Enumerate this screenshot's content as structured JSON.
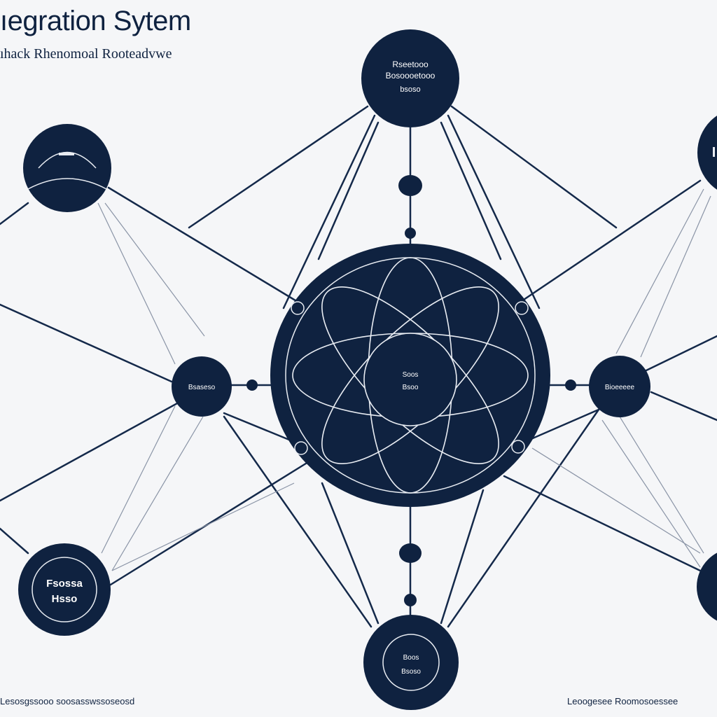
{
  "header": {
    "title": "ıegration Sytem",
    "subtitle": "ıhack Rhenomoal Rooteadvwe"
  },
  "footer": {
    "left": "Lesosgssooo soosasswssoseosd",
    "right": "Leoogesee Roomosoessee"
  },
  "nodes": {
    "top": {
      "lines": [
        "Rseetooo",
        "Bosoooetooo",
        "bsoso"
      ]
    },
    "left": {
      "lines": [
        "Bsaseso"
      ]
    },
    "right": {
      "lines": [
        "Bioeeeee"
      ]
    },
    "core": {
      "lines": [
        "Soos",
        "Bsoo"
      ]
    },
    "bottom_left": {
      "lines": [
        "Fsossa",
        "Hsso"
      ]
    },
    "bottom": {
      "lines": [
        "Boos",
        "Bsoso"
      ]
    }
  },
  "colors": {
    "node_fill": "#0f2240",
    "line": "#14294a",
    "background": "#f5f6f8",
    "ring": "#e8ecf2"
  }
}
